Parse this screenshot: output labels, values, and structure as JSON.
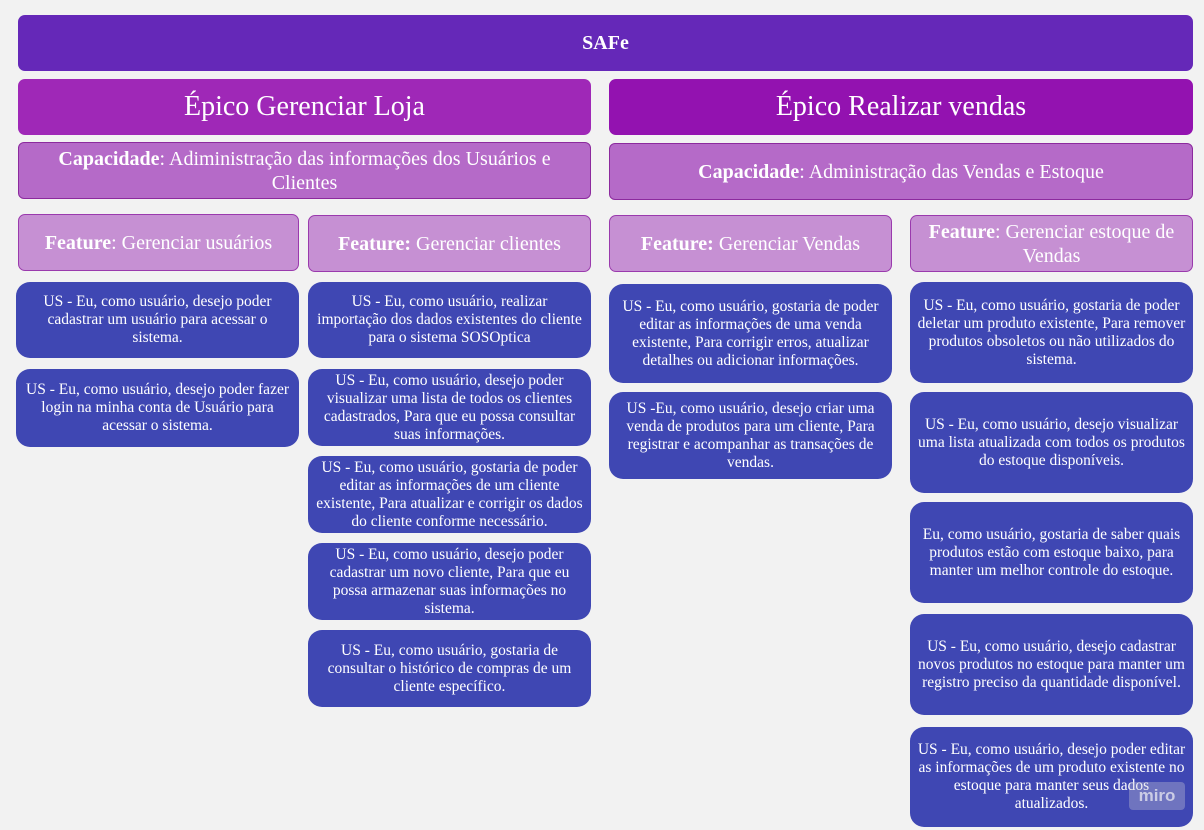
{
  "title": "SAFe",
  "epics": [
    {
      "title": "Épico Gerenciar Loja",
      "capability": {
        "label": "Capacidade",
        "text": ": Adiministração das informações dos Usuários e Clientes"
      }
    },
    {
      "title": "Épico Realizar vendas",
      "capability": {
        "label": "Capacidade",
        "text": ": Administração das Vendas e Estoque"
      }
    }
  ],
  "features": [
    {
      "label": "Feature",
      "text": ": Gerenciar usuários"
    },
    {
      "label": "Feature:",
      "text": " Gerenciar clientes"
    },
    {
      "label": "Feature:",
      "text": " Gerenciar Vendas"
    },
    {
      "label": "Feature",
      "text": ": Gerenciar estoque de Vendas"
    }
  ],
  "stories": {
    "usuarios": [
      "US - Eu, como usuário, desejo poder cadastrar um usuário para acessar o sistema.",
      "US - Eu, como usuário, desejo poder fazer login na minha conta de Usuário para acessar o sistema."
    ],
    "clientes": [
      "US - Eu, como usuário, realizar importação dos dados existentes do cliente para o sistema SOSOptica",
      "US - Eu, como usuário, desejo poder visualizar uma lista de todos os clientes cadastrados, Para que eu possa consultar suas informações.",
      "US - Eu, como usuário, gostaria de poder editar as informações de um cliente existente, Para atualizar e corrigir os dados do cliente conforme necessário.",
      "US - Eu, como usuário, desejo poder cadastrar um novo cliente, Para que eu possa armazenar suas informações no sistema.",
      "US - Eu, como usuário, gostaria de consultar o histórico de compras de um cliente específico."
    ],
    "vendas": [
      "US - Eu, como usuário, gostaria de poder editar as informações de uma venda existente, Para corrigir erros, atualizar detalhes ou adicionar informações.",
      "US -Eu, como usuário, desejo criar uma venda de produtos para um cliente, Para registrar e acompanhar as transações de vendas."
    ],
    "estoque": [
      "US - Eu, como usuário, gostaria de poder deletar um produto existente, Para remover produtos obsoletos ou não utilizados do sistema.",
      "US - Eu, como usuário, desejo visualizar uma lista atualizada com todos os produtos do estoque disponíveis.",
      "Eu, como usuário, gostaria de saber quais produtos estão com estoque baixo, para manter um melhor controle do estoque.",
      "US - Eu, como usuário, desejo cadastrar novos produtos no estoque para manter um registro preciso da quantidade disponível.",
      "US - Eu, como usuário, desejo poder editar as informações de um produto existente no estoque para manter seus dados atualizados."
    ]
  },
  "watermark": "miro",
  "colors": {
    "title_bg": "#6528b8",
    "epic_bg": "#9f28b7",
    "capability_bg": "#b56ac8",
    "feature_bg": "#c690d3",
    "story_bg": "#3f47b3",
    "canvas_bg": "#f2f2f2"
  }
}
